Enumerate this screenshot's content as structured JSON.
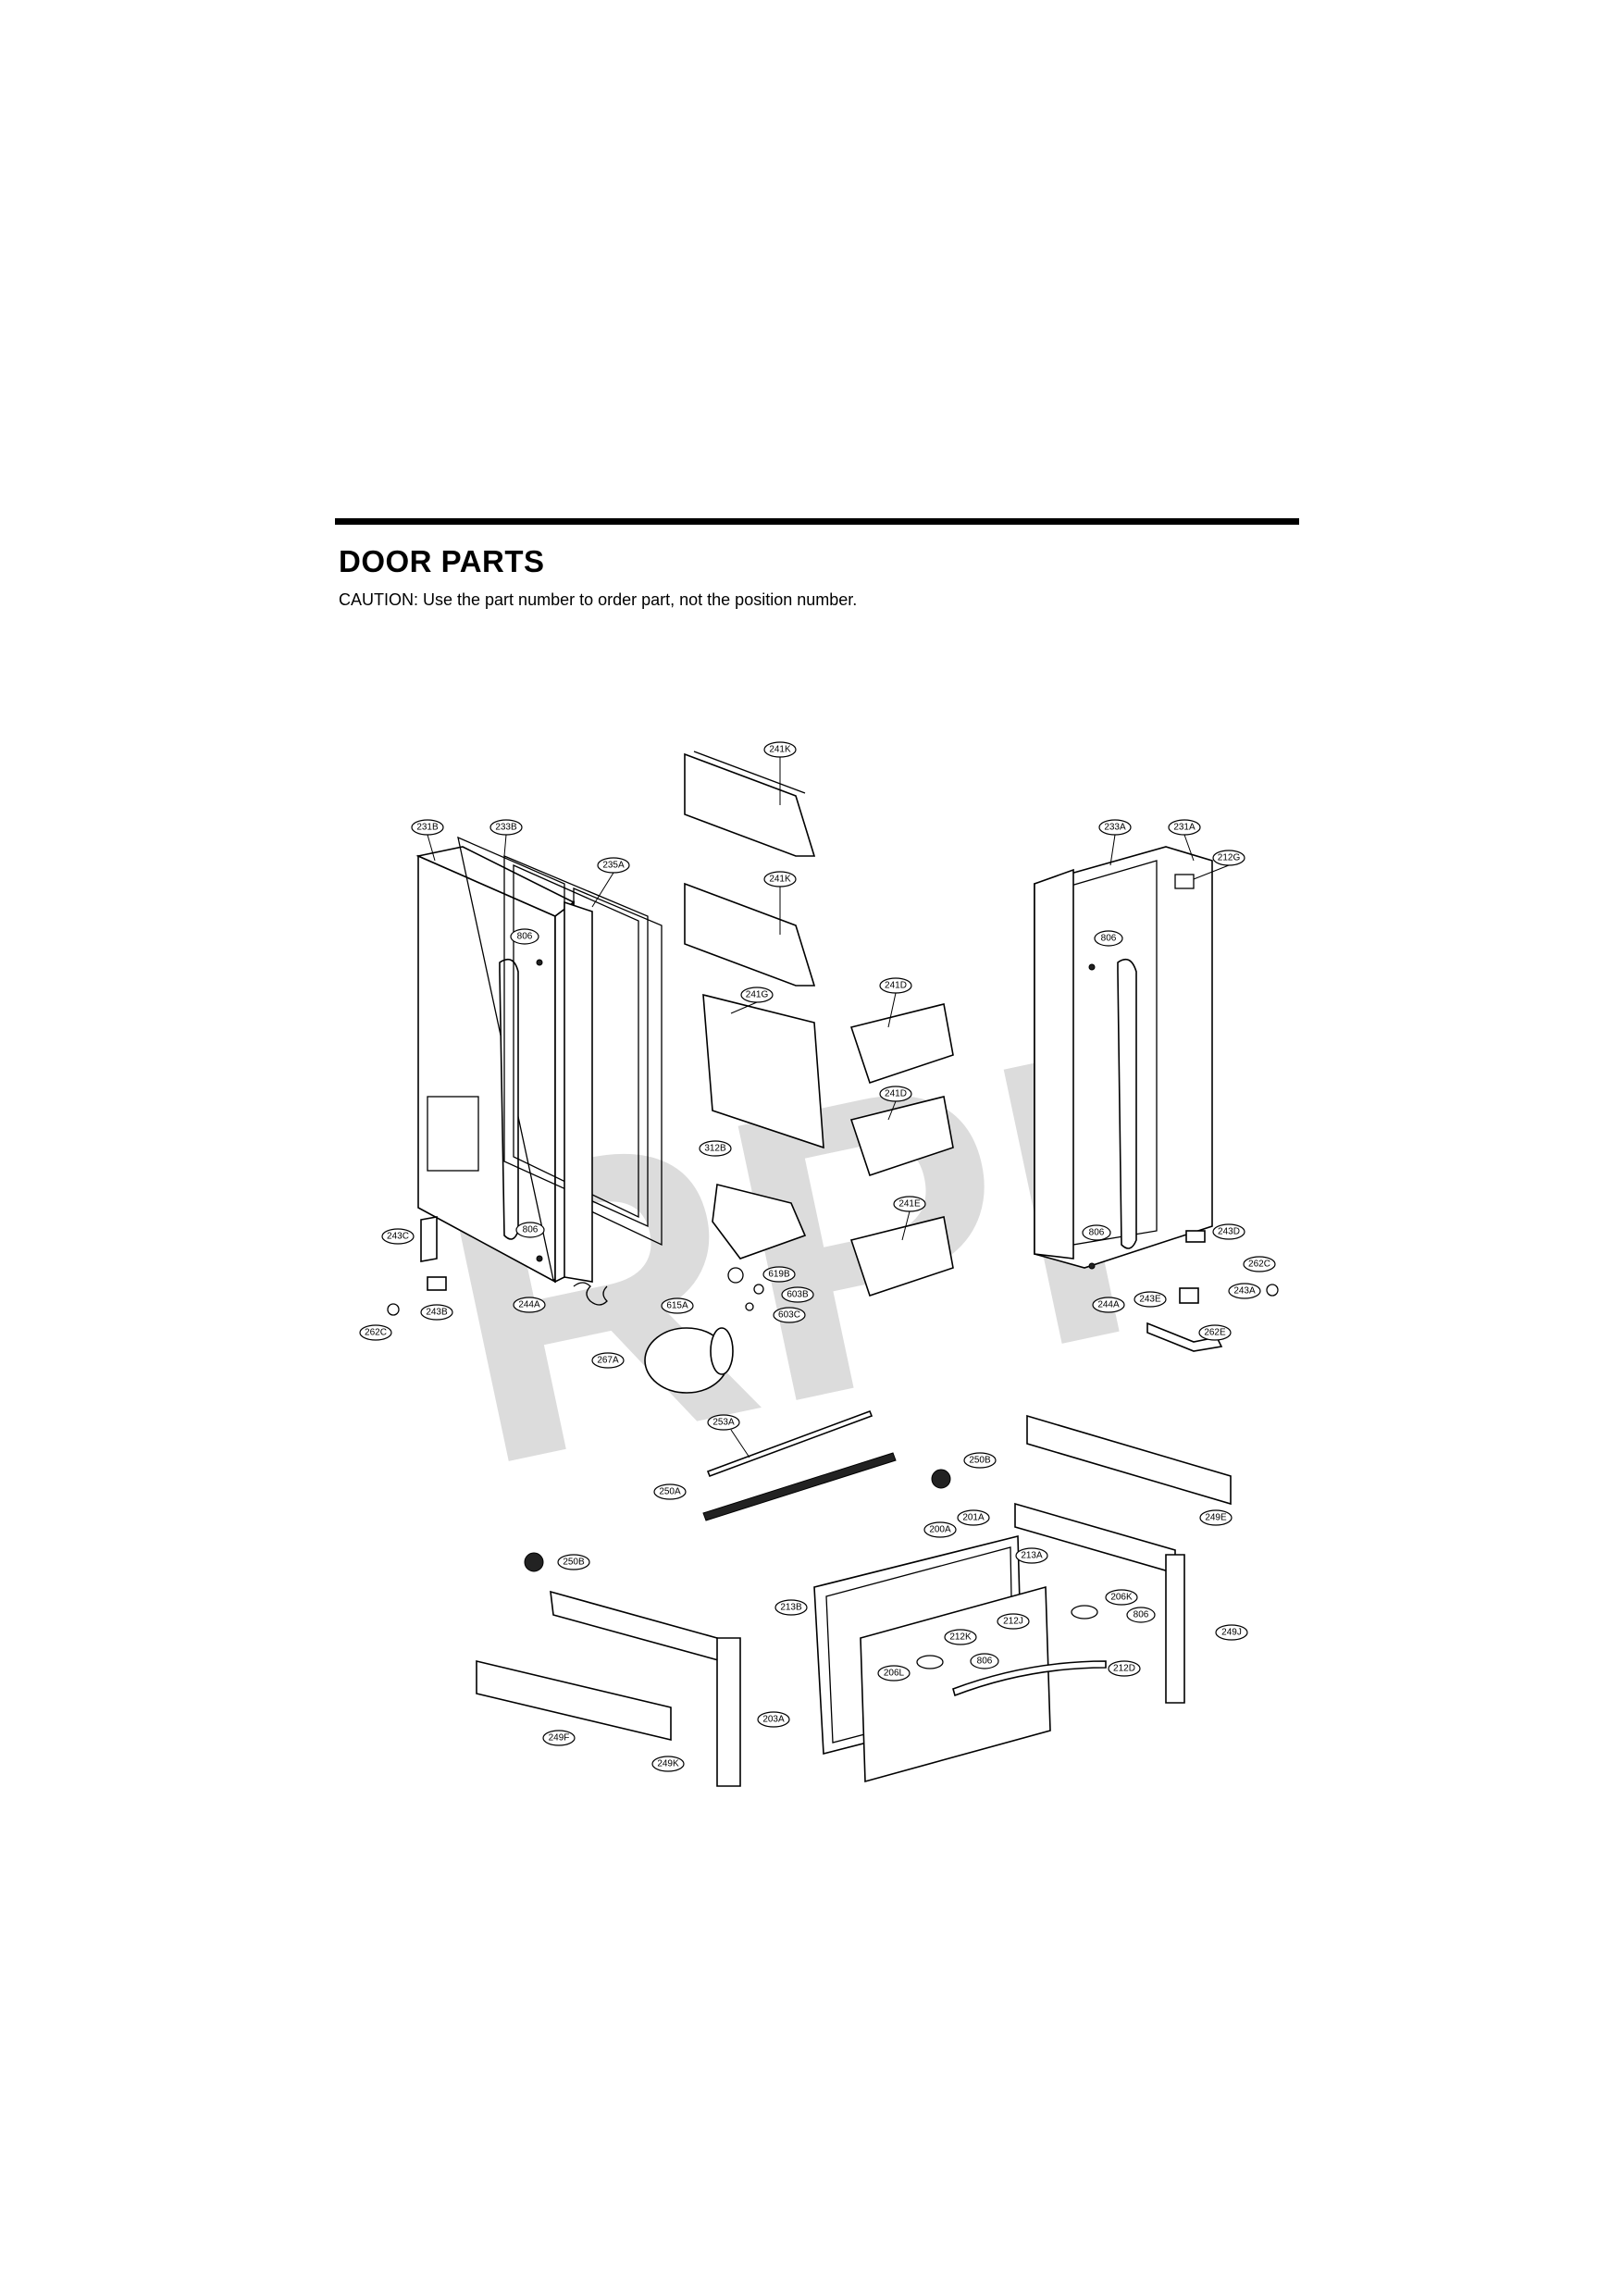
{
  "header": {
    "title": "DOOR PARTS",
    "caution": "CAUTION: Use the part number to order part, not the position number."
  },
  "watermark": "RPI",
  "callouts": [
    {
      "id": "c241K_1",
      "label": "241K"
    },
    {
      "id": "c241K_2",
      "label": "241K"
    },
    {
      "id": "c231B",
      "label": "231B"
    },
    {
      "id": "c233B",
      "label": "233B"
    },
    {
      "id": "c235A",
      "label": "235A"
    },
    {
      "id": "c806_1",
      "label": "806"
    },
    {
      "id": "c806_2",
      "label": "806"
    },
    {
      "id": "c241G",
      "label": "241G"
    },
    {
      "id": "c241D_1",
      "label": "241D"
    },
    {
      "id": "c241D_2",
      "label": "241D"
    },
    {
      "id": "c312B",
      "label": "312B"
    },
    {
      "id": "c241E",
      "label": "241E"
    },
    {
      "id": "c243C",
      "label": "243C"
    },
    {
      "id": "c243B",
      "label": "243B"
    },
    {
      "id": "c244A_1",
      "label": "244A"
    },
    {
      "id": "c262C_1",
      "label": "262C"
    },
    {
      "id": "c267A",
      "label": "267A"
    },
    {
      "id": "c615A",
      "label": "615A"
    },
    {
      "id": "c619B",
      "label": "619B"
    },
    {
      "id": "c603B",
      "label": "603B"
    },
    {
      "id": "c603C",
      "label": "603C"
    },
    {
      "id": "c233A",
      "label": "233A"
    },
    {
      "id": "c231A",
      "label": "231A"
    },
    {
      "id": "c212G",
      "label": "212G"
    },
    {
      "id": "c806_3",
      "label": "806"
    },
    {
      "id": "c806_4",
      "label": "806"
    },
    {
      "id": "c243D",
      "label": "243D"
    },
    {
      "id": "c262C_2",
      "label": "262C"
    },
    {
      "id": "c243A",
      "label": "243A"
    },
    {
      "id": "c243E",
      "label": "243E"
    },
    {
      "id": "c244A_2",
      "label": "244A"
    },
    {
      "id": "c262E",
      "label": "262E"
    },
    {
      "id": "c253A",
      "label": "253A"
    },
    {
      "id": "c250A",
      "label": "250A"
    },
    {
      "id": "c250B_1",
      "label": "250B"
    },
    {
      "id": "c249E",
      "label": "249E"
    },
    {
      "id": "c250B_2",
      "label": "250B"
    },
    {
      "id": "c200A",
      "label": "200A"
    },
    {
      "id": "c201A",
      "label": "201A"
    },
    {
      "id": "c213A",
      "label": "213A"
    },
    {
      "id": "c213B",
      "label": "213B"
    },
    {
      "id": "c206K",
      "label": "206K"
    },
    {
      "id": "c212J",
      "label": "212J"
    },
    {
      "id": "c806_5",
      "label": "806"
    },
    {
      "id": "c249J",
      "label": "249J"
    },
    {
      "id": "c212K",
      "label": "212K"
    },
    {
      "id": "c206L",
      "label": "206L"
    },
    {
      "id": "c806_6",
      "label": "806"
    },
    {
      "id": "c212D",
      "label": "212D"
    },
    {
      "id": "c203A",
      "label": "203A"
    },
    {
      "id": "c249F",
      "label": "249F"
    },
    {
      "id": "c249K",
      "label": "249K"
    }
  ]
}
